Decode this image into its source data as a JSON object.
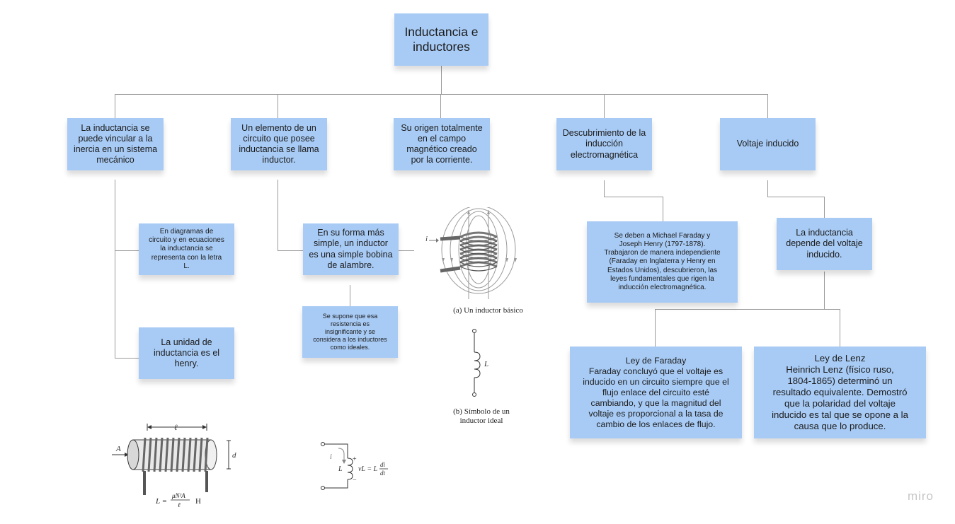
{
  "title": "Inductancia e\ninductores",
  "branches": {
    "b1": "La inductancia se\npuede vincular a la\ninercia en un sistema\nmecánico",
    "b2": "Un elemento de un\ncircuito que posee\ninductancia se llama\ninductor.",
    "b3": "Su origen totalmente\nen el campo\nmagnético creado\npor la corriente.",
    "b4": "Descubrimiento de la\ninducción\nelectromagnética",
    "b5": "Voltaje inducido"
  },
  "sub": {
    "letra_l": "En diagramas de\ncircuito y en ecuaciones\nla inductancia se\nrepresenta con la letra\nL.",
    "henry": "La unidad de\ninductancia es el\nhenry.",
    "bobina": "En su forma más\nsimple, un inductor\nes una simple bobina\nde alambre.",
    "ideal": "Se supone que esa\nresistencia es\ninsignificante y se\nconsidera a los inductores\ncomo ideales.",
    "faraday_henry": "Se deben a Michael Faraday y\nJoseph Henry (1797-1878).\nTrabajaron de manera independiente\n(Faraday en Inglaterra y Henry en\nEstados Unidos), descubrieron,  las\nleyes fundamentales que rigen la\ninducción electromagnética.",
    "depende": "La inductancia\ndepende del voltaje\ninducido.",
    "ley_faraday": "Ley de Faraday\nFaraday concluyó que el voltaje es\ninducido en un circuito siempre que el\nflujo enlace  del circuito esté\ncambiando, y que la magnitud del\nvoltaje es proporcional a la tasa de\ncambio de los enlaces de flujo.",
    "ley_lenz": "Ley de Lenz\nHeinrich Lenz (físico ruso,\n1804-1865) determinó un\nresultado equivalente. Demostró\nque la polaridad del voltaje\ninducido es tal que se opone a la\ncausa que lo produce."
  },
  "figures": {
    "cap_a": "(a) Un inductor básico",
    "cap_b": "(b) Símbolo de un\ninductor ideal",
    "label_i": "i",
    "label_L": "L",
    "label_l": "ℓ",
    "label_A": "A",
    "label_d": "d",
    "formula_L": "L =",
    "formula_num": "μN²A",
    "formula_den": "ℓ",
    "formula_unit": "H",
    "v_formula": "vL = L",
    "di": "di",
    "dt": "dt",
    "plus": "+",
    "minus": "−"
  },
  "brand": "miro",
  "colors": {
    "note": "#a8cbf5",
    "connector": "#9a9a9a"
  }
}
